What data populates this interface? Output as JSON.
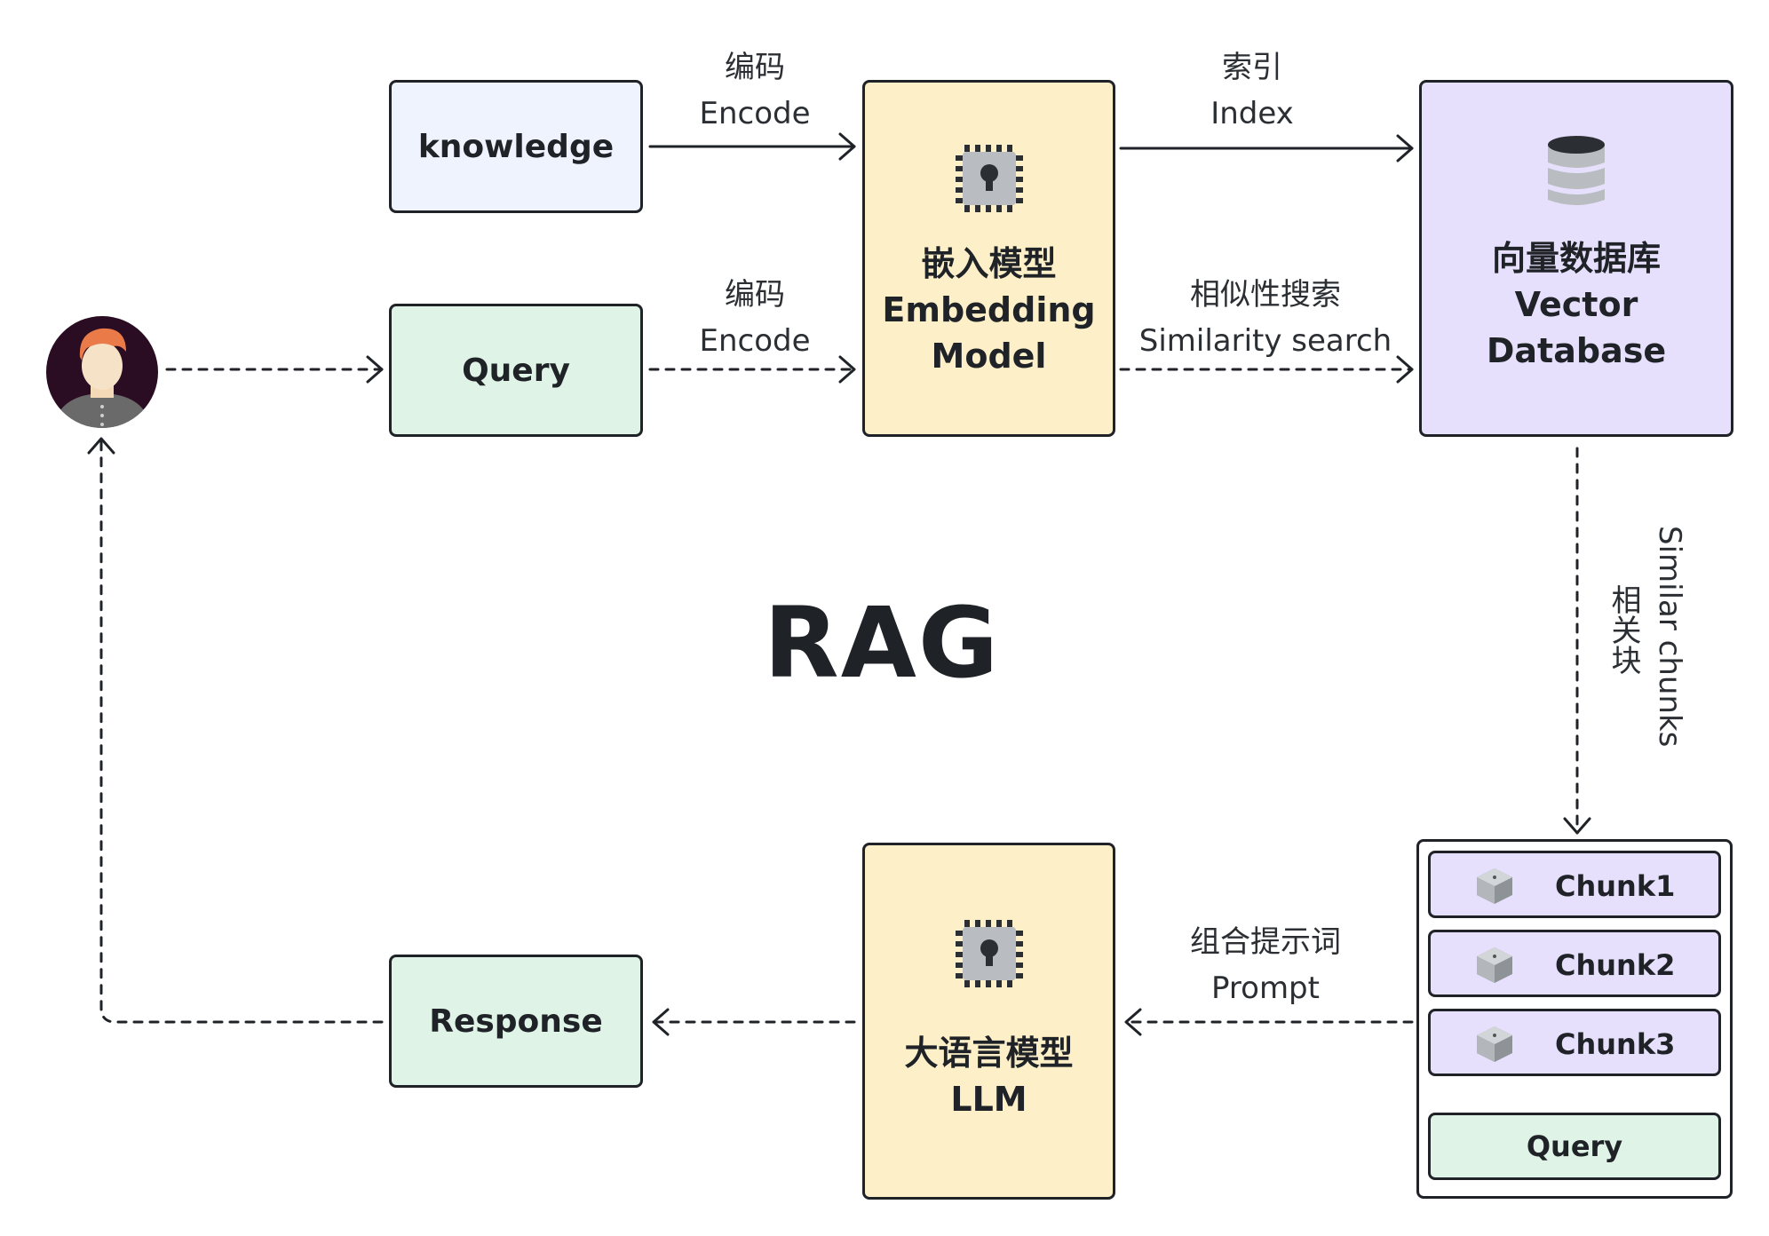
{
  "title": "RAG",
  "nodes": {
    "knowledge": "knowledge",
    "query": "Query",
    "embedding": {
      "cn": "嵌入模型",
      "en1": "Embedding",
      "en2": "Model"
    },
    "vectordb": {
      "cn": "向量数据库",
      "en1": "Vector",
      "en2": "Database"
    },
    "llm": {
      "cn": "大语言模型",
      "en": "LLM"
    },
    "response": "Response"
  },
  "edges": {
    "encode1": {
      "cn": "编码",
      "en": "Encode"
    },
    "encode2": {
      "cn": "编码",
      "en": "Encode"
    },
    "index": {
      "cn": "索引",
      "en": "Index"
    },
    "similarity": {
      "cn": "相似性搜索",
      "en": "Similarity search"
    },
    "chunks": {
      "cn": "相关块",
      "en": "Similar chunks"
    },
    "prompt": {
      "cn": "组合提示词",
      "en": "Prompt"
    }
  },
  "prompt_box": {
    "chunks": [
      "Chunk1",
      "Chunk2",
      "Chunk3"
    ],
    "query": "Query"
  },
  "colors": {
    "knowledge": "#eef3fd",
    "query": "#dff4e6",
    "model": "#fdf0c9",
    "database": "#e7e0fc",
    "stroke": "#1f2328"
  },
  "icons": [
    "chip-icon",
    "database-icon",
    "cube-icon",
    "user-avatar"
  ]
}
